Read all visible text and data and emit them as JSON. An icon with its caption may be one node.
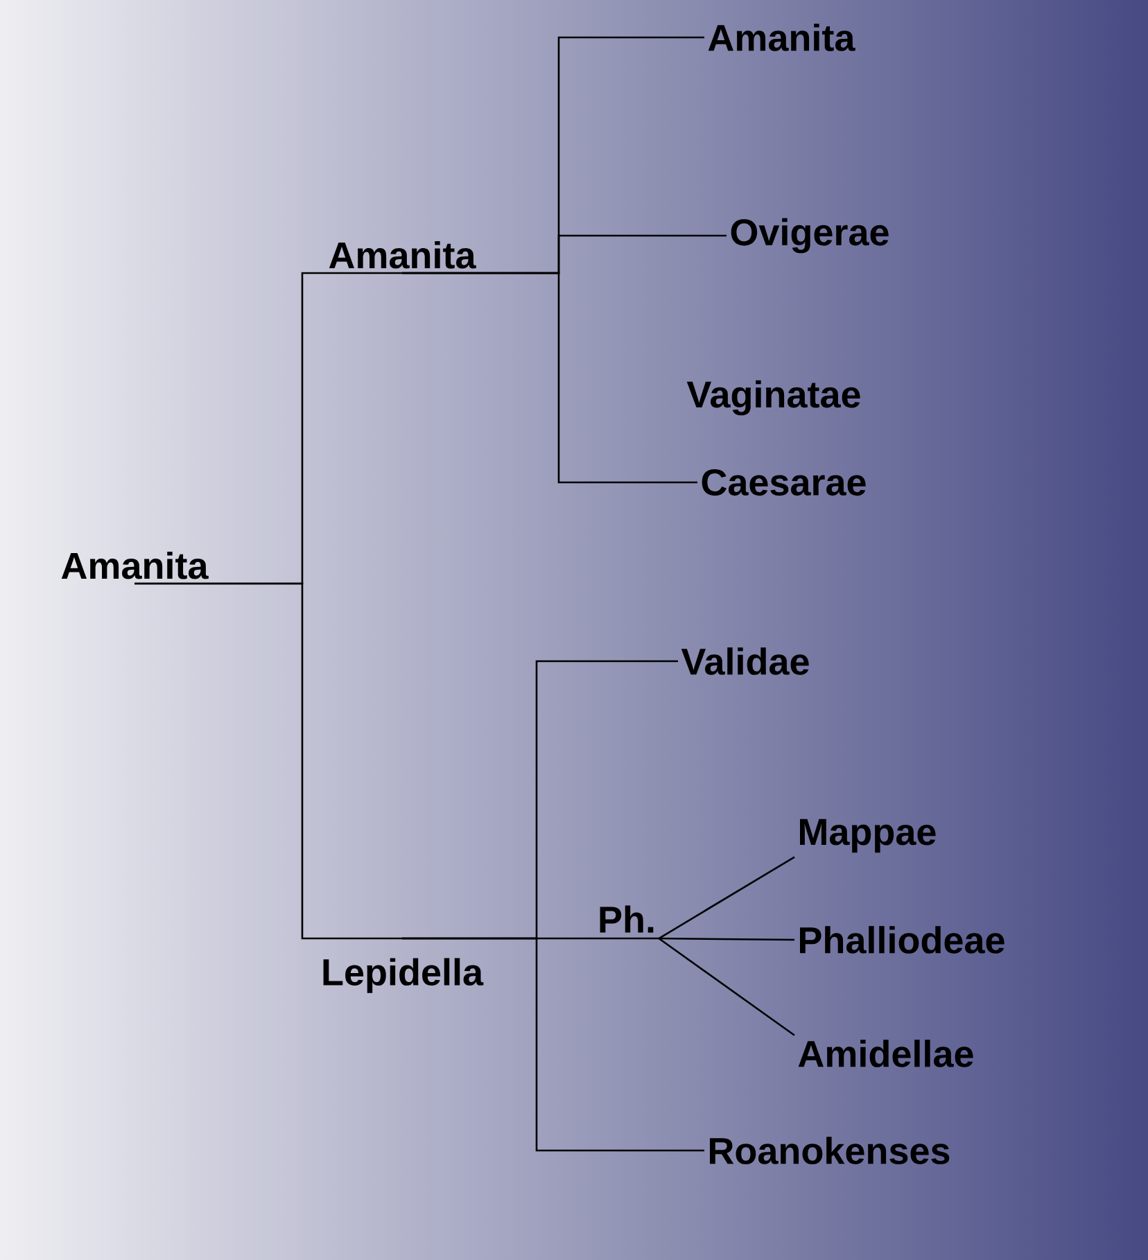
{
  "diagram": {
    "nodes": [
      {
        "text": [
          "Amanita"
        ]
      },
      {
        "text": [
          "Amanita"
        ]
      },
      {
        "text": [
          "Lepidella"
        ]
      },
      {
        "text": [
          "Amanita"
        ]
      },
      {
        "text": [
          "Ovigerae"
        ]
      },
      {
        "text": [
          "Vaginatae"
        ]
      },
      {
        "text": [
          "Caesarae"
        ]
      },
      {
        "text": [
          "Validae"
        ]
      },
      {
        "text": [
          "Ph."
        ]
      },
      {
        "text": [
          "Mappae"
        ]
      },
      {
        "text": [
          "Phalliodeae"
        ]
      },
      {
        "text": [
          "Amidellae"
        ]
      },
      {
        "text": [
          "Roanokenses"
        ]
      }
    ],
    "edges": [
      {
        "from": 0,
        "to": 1,
        "arrow": "none"
      },
      {
        "from": 0,
        "to": 2,
        "arrow": "none"
      },
      {
        "from": 1,
        "to": 3,
        "arrow": "none"
      },
      {
        "from": 1,
        "to": 4,
        "arrow": "none"
      },
      {
        "from": 1,
        "to": 6,
        "arrow": "none"
      },
      {
        "from": 2,
        "to": 7,
        "arrow": "none"
      },
      {
        "from": 2,
        "to": 8,
        "arrow": "none"
      },
      {
        "from": 2,
        "to": 12,
        "arrow": "none"
      },
      {
        "from": 8,
        "to": 9,
        "arrow": "none"
      },
      {
        "from": 8,
        "to": 10,
        "arrow": "none"
      },
      {
        "from": 8,
        "to": 11,
        "arrow": "none"
      }
    ]
  }
}
